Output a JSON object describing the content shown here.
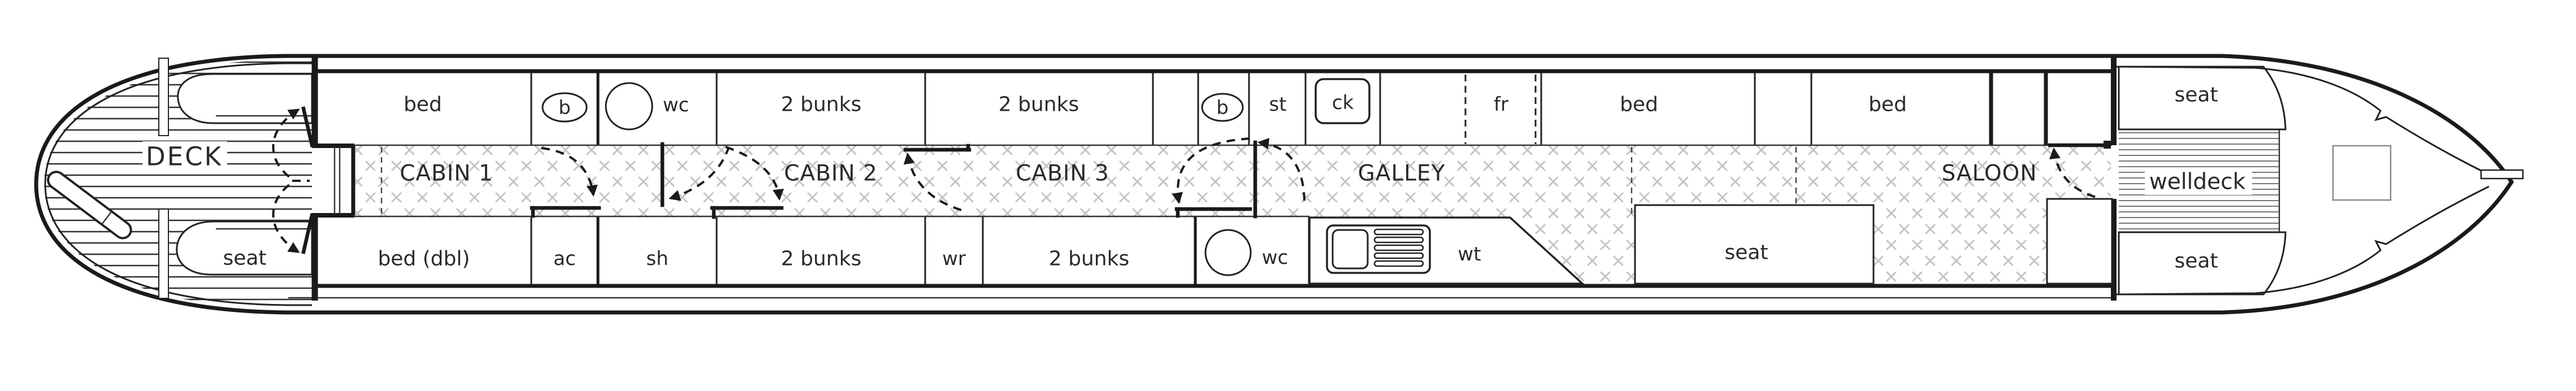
{
  "colors": {
    "ink": "#1a1a1a",
    "wall": "#222222",
    "hatch": "#c4c4c4",
    "plank": "#303030",
    "text": "#2a2a2a",
    "paper": "#ffffff"
  },
  "plan": {
    "stern": {
      "label": "DECK",
      "seat": "seat"
    },
    "cabin1": {
      "label": "CABIN 1",
      "bed": "bed",
      "bed_double": "bed (dbl)",
      "basin": "b",
      "toilet": "wc",
      "aircon": "ac",
      "shower": "sh"
    },
    "cabin2": {
      "label": "CABIN 2",
      "bunks_top": "2 bunks",
      "bunks_bottom": "2 bunks",
      "wardrobe": "wr"
    },
    "cabin3": {
      "label": "CABIN 3",
      "bunks_top": "2 bunks",
      "bunks_bottom": "2 bunks",
      "basin": "b",
      "storage": "st",
      "cooker": "ck",
      "toilet": "wc"
    },
    "galley": {
      "label": "GALLEY",
      "fridge": "fr",
      "water_tank": "wt",
      "bed": "bed",
      "seat": "seat"
    },
    "saloon": {
      "label": "SALOON",
      "bed": "bed"
    },
    "bow": {
      "seat_top": "seat",
      "welldeck": "welldeck",
      "seat_bottom": "seat"
    }
  }
}
